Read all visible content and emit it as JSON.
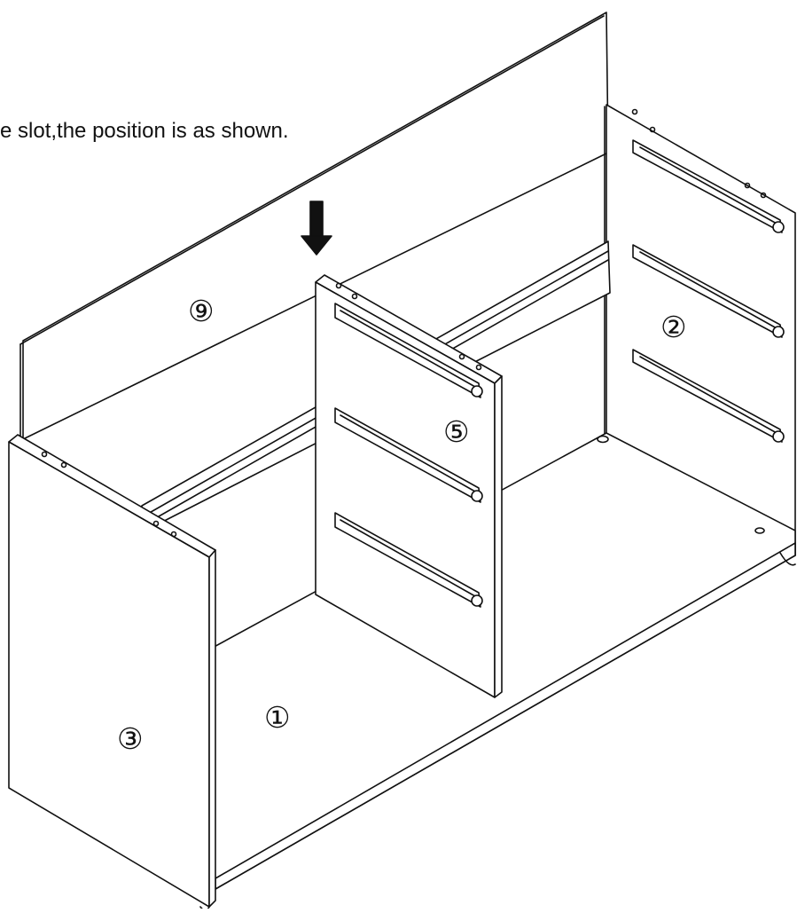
{
  "instruction": {
    "text": "e slot,the position is as shown."
  },
  "callouts": {
    "top_panel": "⑨",
    "right_side": "②",
    "divider": "⑤",
    "bottom": "①",
    "left_side": "③"
  },
  "icons": {
    "arrow": "down-arrow-icon"
  },
  "colors": {
    "line": "#111111",
    "fill": "#ffffff"
  }
}
